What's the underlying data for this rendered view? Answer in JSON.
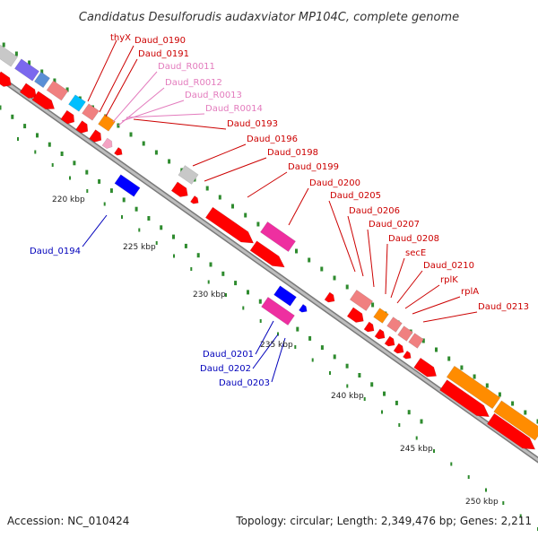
{
  "title": "Candidatus Desulforudis audaxviator MP104C, complete genome",
  "accession": "Accession: NC_010424",
  "summary": "Topology: circular; Length: 2,349,476 bp; Genes: 2,211",
  "colors": {
    "backbone": "#999999",
    "tick": "#2e8b2e",
    "label_red": "#cc0000",
    "label_pink": "#e37bbd",
    "label_blue": "#0000bb",
    "cds_red": "#ff0000",
    "rna_pink": "#f4a3c3",
    "magenta": "#ee2fa0",
    "orange": "#ff8c00",
    "salmon": "#f08080",
    "gray_feature": "#c8c8c8",
    "purple": "#7b68ee",
    "cyan": "#00bfff",
    "blue": "#0000ff"
  },
  "tick_labels": [
    "220 kbp",
    "225 kbp",
    "230 kbp",
    "235 kbp",
    "240 kbp",
    "245 kbp",
    "250 kbp"
  ],
  "gene_labels": [
    {
      "text": "thyX",
      "color": "red"
    },
    {
      "text": "Daud_0190",
      "color": "red"
    },
    {
      "text": "Daud_0191",
      "color": "red"
    },
    {
      "text": "Daud_R0011",
      "color": "pink"
    },
    {
      "text": "Daud_R0012",
      "color": "pink"
    },
    {
      "text": "Daud_R0013",
      "color": "pink"
    },
    {
      "text": "Daud_R0014",
      "color": "pink"
    },
    {
      "text": "Daud_0193",
      "color": "red"
    },
    {
      "text": "Daud_0196",
      "color": "red"
    },
    {
      "text": "Daud_0198",
      "color": "red"
    },
    {
      "text": "Daud_0199",
      "color": "red"
    },
    {
      "text": "Daud_0200",
      "color": "red"
    },
    {
      "text": "Daud_0205",
      "color": "red"
    },
    {
      "text": "Daud_0206",
      "color": "red"
    },
    {
      "text": "Daud_0207",
      "color": "red"
    },
    {
      "text": "Daud_0208",
      "color": "red"
    },
    {
      "text": "secE",
      "color": "red"
    },
    {
      "text": "Daud_0210",
      "color": "red"
    },
    {
      "text": "rplK",
      "color": "red"
    },
    {
      "text": "rplA",
      "color": "red"
    },
    {
      "text": "Daud_0213",
      "color": "red"
    },
    {
      "text": "Daud_0194",
      "color": "blue"
    },
    {
      "text": "Daud_0201",
      "color": "blue"
    },
    {
      "text": "Daud_0202",
      "color": "blue"
    },
    {
      "text": "Daud_0203",
      "color": "blue"
    }
  ]
}
